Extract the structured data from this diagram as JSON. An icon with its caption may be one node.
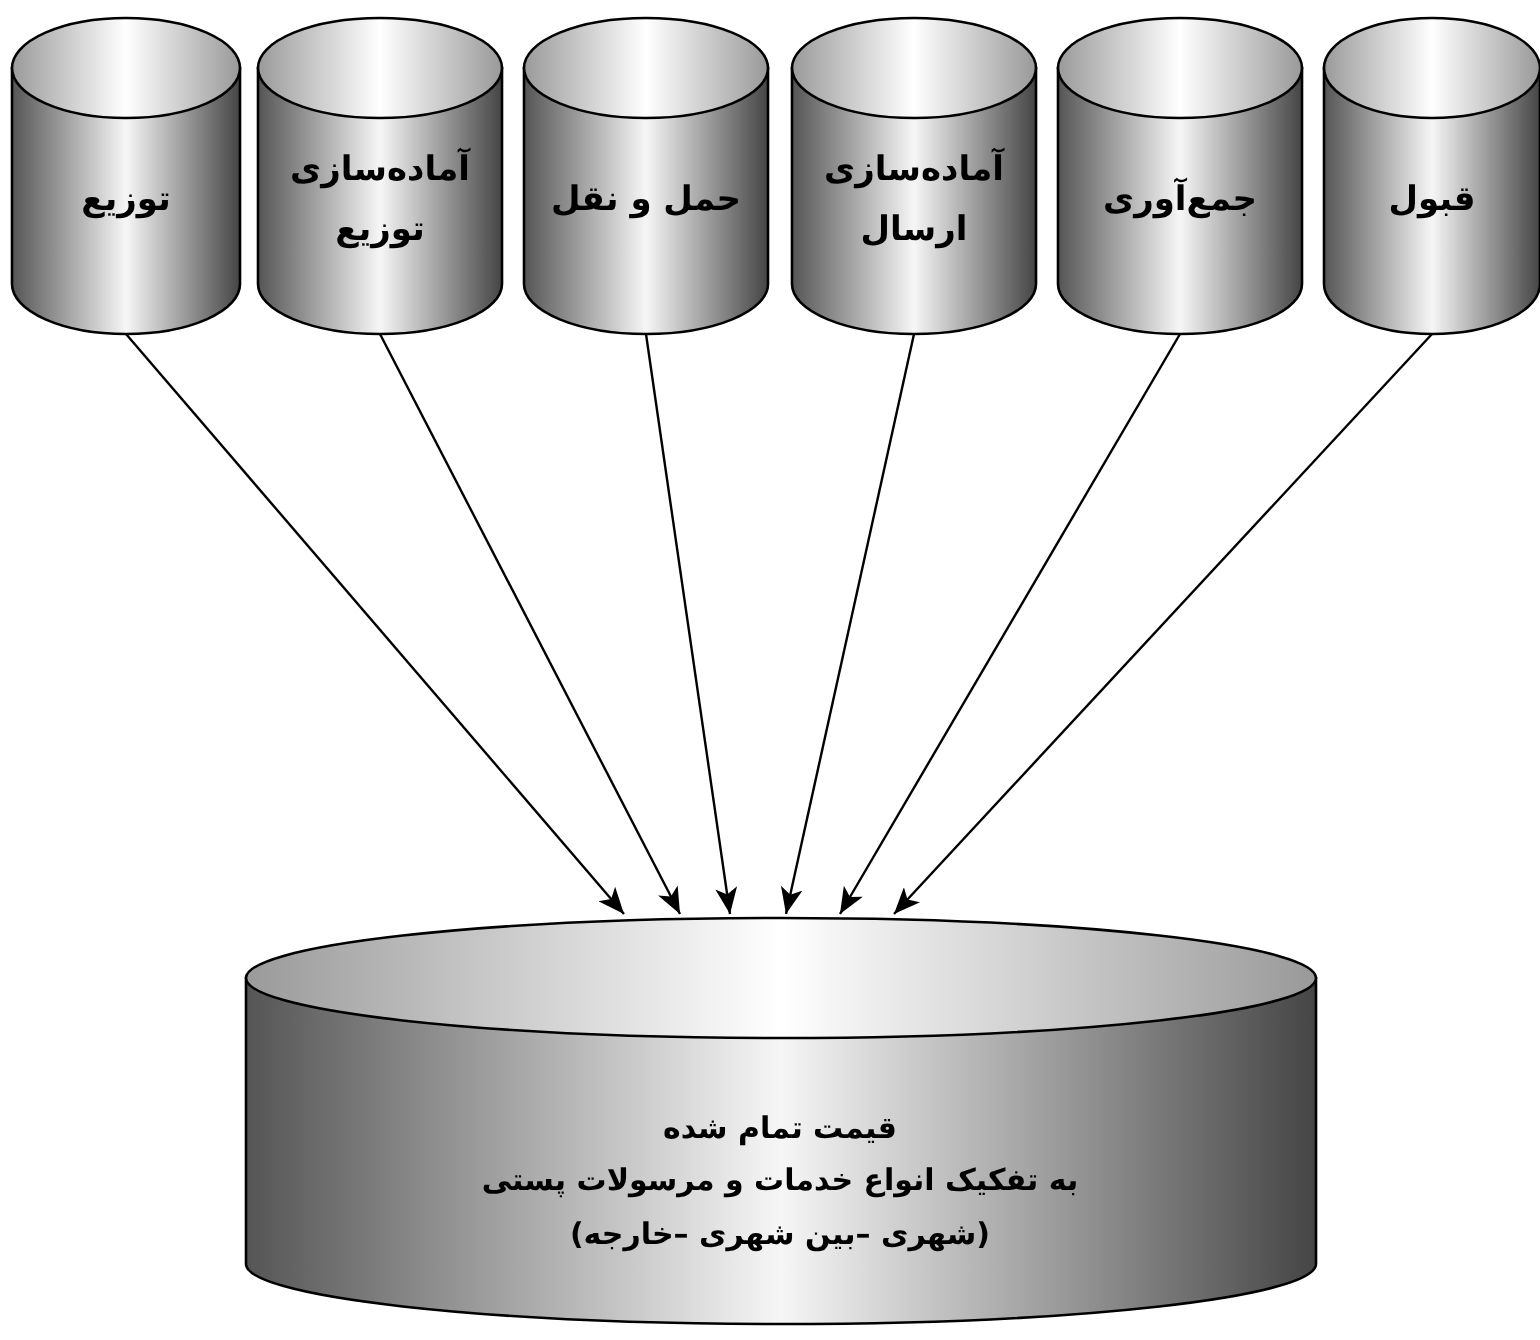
{
  "diagram": {
    "nodes": [
      {
        "text": [
          "قبول"
        ]
      },
      {
        "text": [
          "جمع‌آوری"
        ]
      },
      {
        "text": [
          "آماده‌سازی ارسال"
        ]
      },
      {
        "text": [
          "حمل و نقل"
        ]
      },
      {
        "text": [
          "آماده‌سازی توزیع"
        ]
      },
      {
        "text": [
          "توزیع"
        ]
      },
      {
        "text": [
          "قیمت تمام شده",
          "به تفکیک انواع خدمات و مرسولات پستی",
          "(شهری –بین شهری –خارجه)"
        ]
      }
    ],
    "edges": [
      {
        "from": 0,
        "to": 6,
        "arrow": "to"
      },
      {
        "from": 1,
        "to": 6,
        "arrow": "to"
      },
      {
        "from": 2,
        "to": 6,
        "arrow": "to"
      },
      {
        "from": 3,
        "to": 6,
        "arrow": "to"
      },
      {
        "from": 4,
        "to": 6,
        "arrow": "to"
      },
      {
        "from": 5,
        "to": 6,
        "arrow": "to"
      }
    ]
  }
}
